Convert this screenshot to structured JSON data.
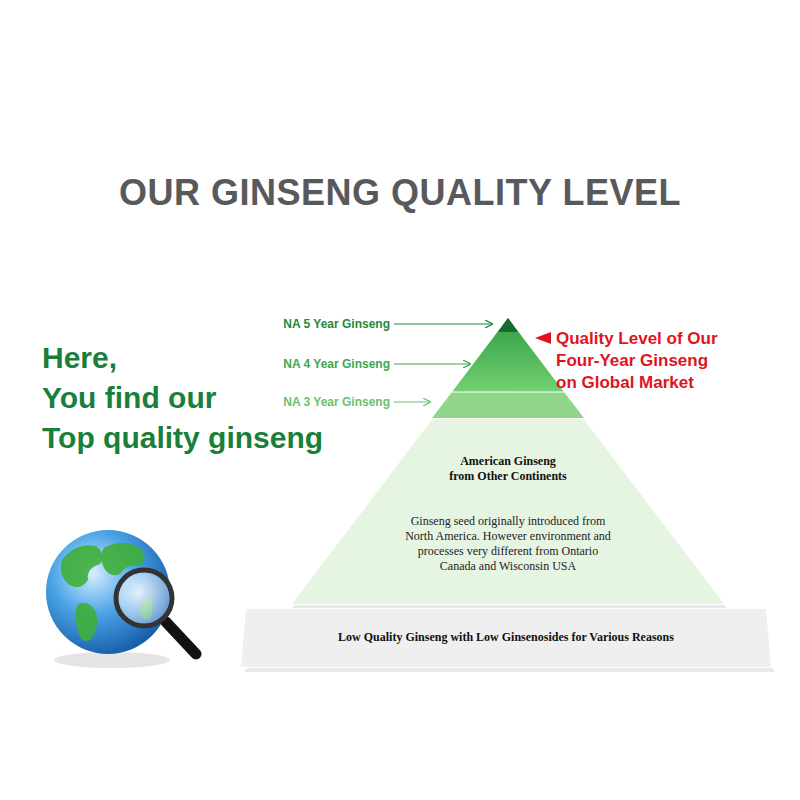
{
  "diagram": {
    "title": "OUR GINSENG QUALITY LEVEL",
    "nodes": [
      {
        "text": [
          "American Ginseng from Other Continents",
          "Ginseng seed originally introduced from North America. However environment and processes very different from Ontario Canada and Wisconsin USA"
        ]
      },
      {
        "text": [
          "Low Quality Ginseng with Low Ginsenosides for Various Reasons"
        ]
      }
    ],
    "labels": [
      "Here, You find our Top quality ginseng",
      "NA 5 Year Ginseng",
      "NA 4 Year Ginseng",
      "NA 3 Year Ginseng",
      "Quality Level of Our Four-Year Ginseng on Global Market"
    ]
  }
}
